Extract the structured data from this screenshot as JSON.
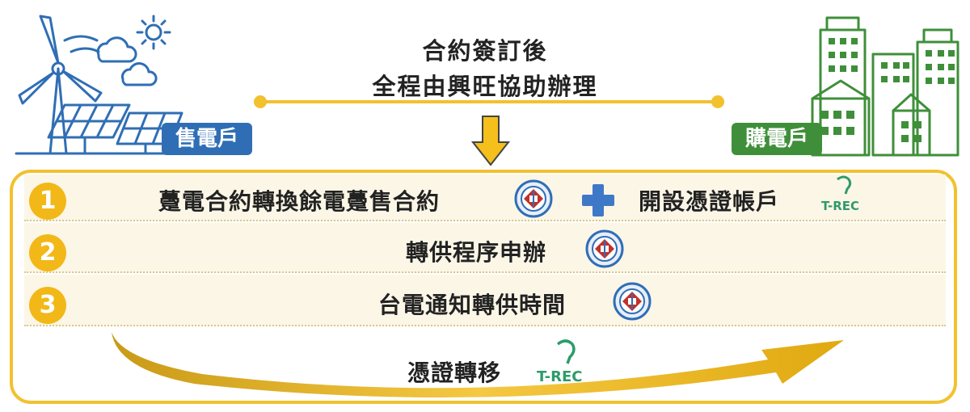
{
  "header": {
    "line1": "合約簽訂後",
    "line2": "全程由興旺協助辦理"
  },
  "parties": {
    "seller": "售電戶",
    "buyer": "購電戶"
  },
  "steps": [
    {
      "number": "1",
      "text": "躉電合約轉換餘電躉售合約",
      "extra": "開設憑證帳戶"
    },
    {
      "number": "2",
      "text": "轉供程序申辦"
    },
    {
      "number": "3",
      "text": "台電通知轉供時間"
    }
  ],
  "transfer": {
    "label": "憑證轉移"
  },
  "trec": {
    "label": "T-REC"
  },
  "colors": {
    "accent_yellow": "#f2c12e",
    "seller_blue": "#2f6eb5",
    "buyer_green": "#3f8f3a",
    "plus_blue": "#3f78c7",
    "trec_green": "#2e9b6a"
  }
}
